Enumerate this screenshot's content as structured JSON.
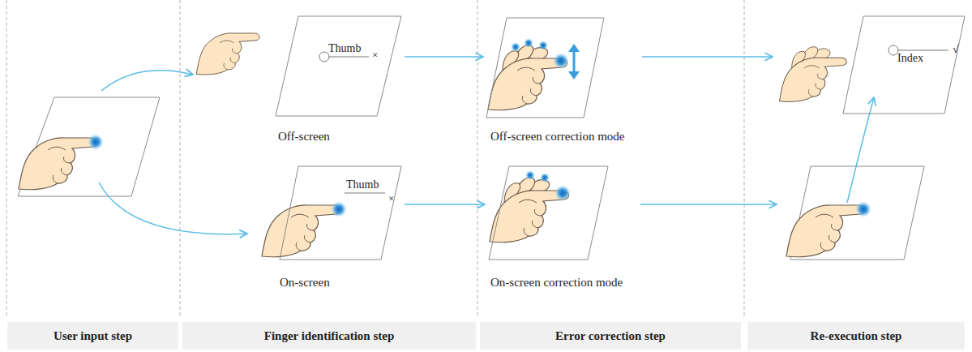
{
  "diagram": {
    "nodes": [
      {
        "text": [
          "Thumb",
          "×",
          "Off-screen"
        ]
      },
      {
        "text": [
          "Off-screen correction mode"
        ]
      },
      {
        "text": [
          "Index",
          "√"
        ]
      },
      {
        "text": [
          "Thumb",
          "×",
          "On-screen"
        ]
      },
      {
        "text": [
          "On-screen correction mode"
        ]
      },
      {
        "text": [
          "User input step"
        ]
      },
      {
        "text": [
          "Finger identification step"
        ]
      },
      {
        "text": [
          "Error correction step"
        ]
      },
      {
        "text": [
          "Re-execution step"
        ]
      }
    ],
    "edges": [
      {
        "from": 0,
        "to": 1,
        "arrow": "to"
      },
      {
        "from": 1,
        "to": 2,
        "arrow": "to"
      },
      {
        "from": 3,
        "to": 4,
        "arrow": "to"
      }
    ]
  }
}
